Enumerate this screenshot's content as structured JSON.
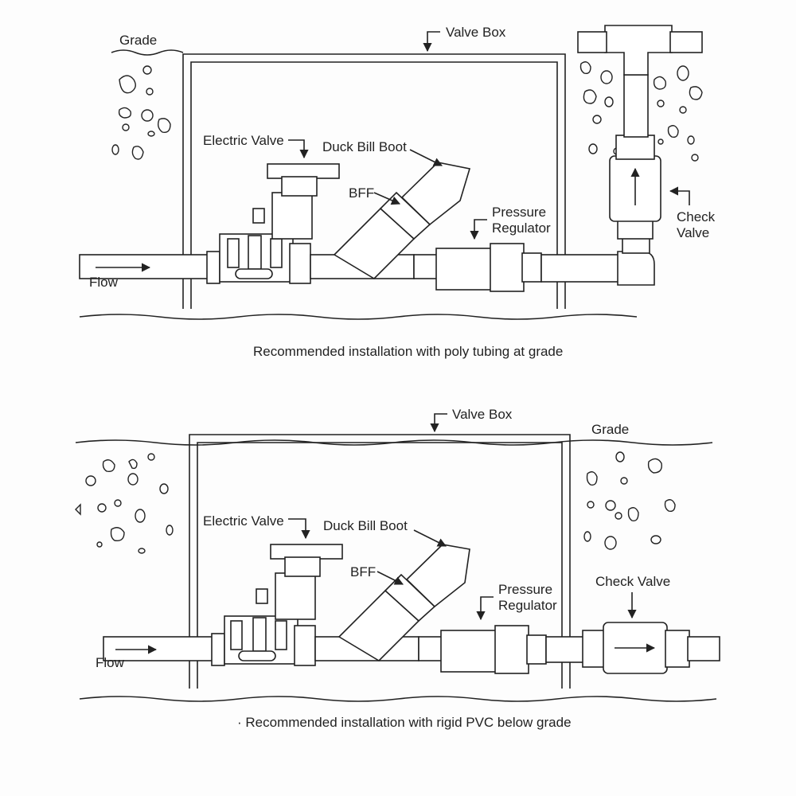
{
  "top": {
    "grade": "Grade",
    "valve_box": "Valve Box",
    "electric_valve": "Electric Valve",
    "duck_bill_boot": "Duck Bill Boot",
    "bff": "BFF",
    "pressure_regulator_1": "Pressure",
    "pressure_regulator_2": "Regulator",
    "check_valve_1": "Check",
    "check_valve_2": "Valve",
    "flow": "Flow",
    "caption": "Recommended installation with poly tubing at grade"
  },
  "bottom": {
    "grade": "Grade",
    "valve_box": "Valve Box",
    "electric_valve": "Electric Valve",
    "duck_bill_boot": "Duck Bill Boot",
    "bff": "BFF",
    "pressure_regulator_1": "Pressure",
    "pressure_regulator_2": "Regulator",
    "check_valve": "Check Valve",
    "flow": "Flow",
    "caption": "· Recommended installation with rigid PVC below grade"
  },
  "colors": {
    "line": "#222222",
    "background": "#fdfdfd"
  }
}
